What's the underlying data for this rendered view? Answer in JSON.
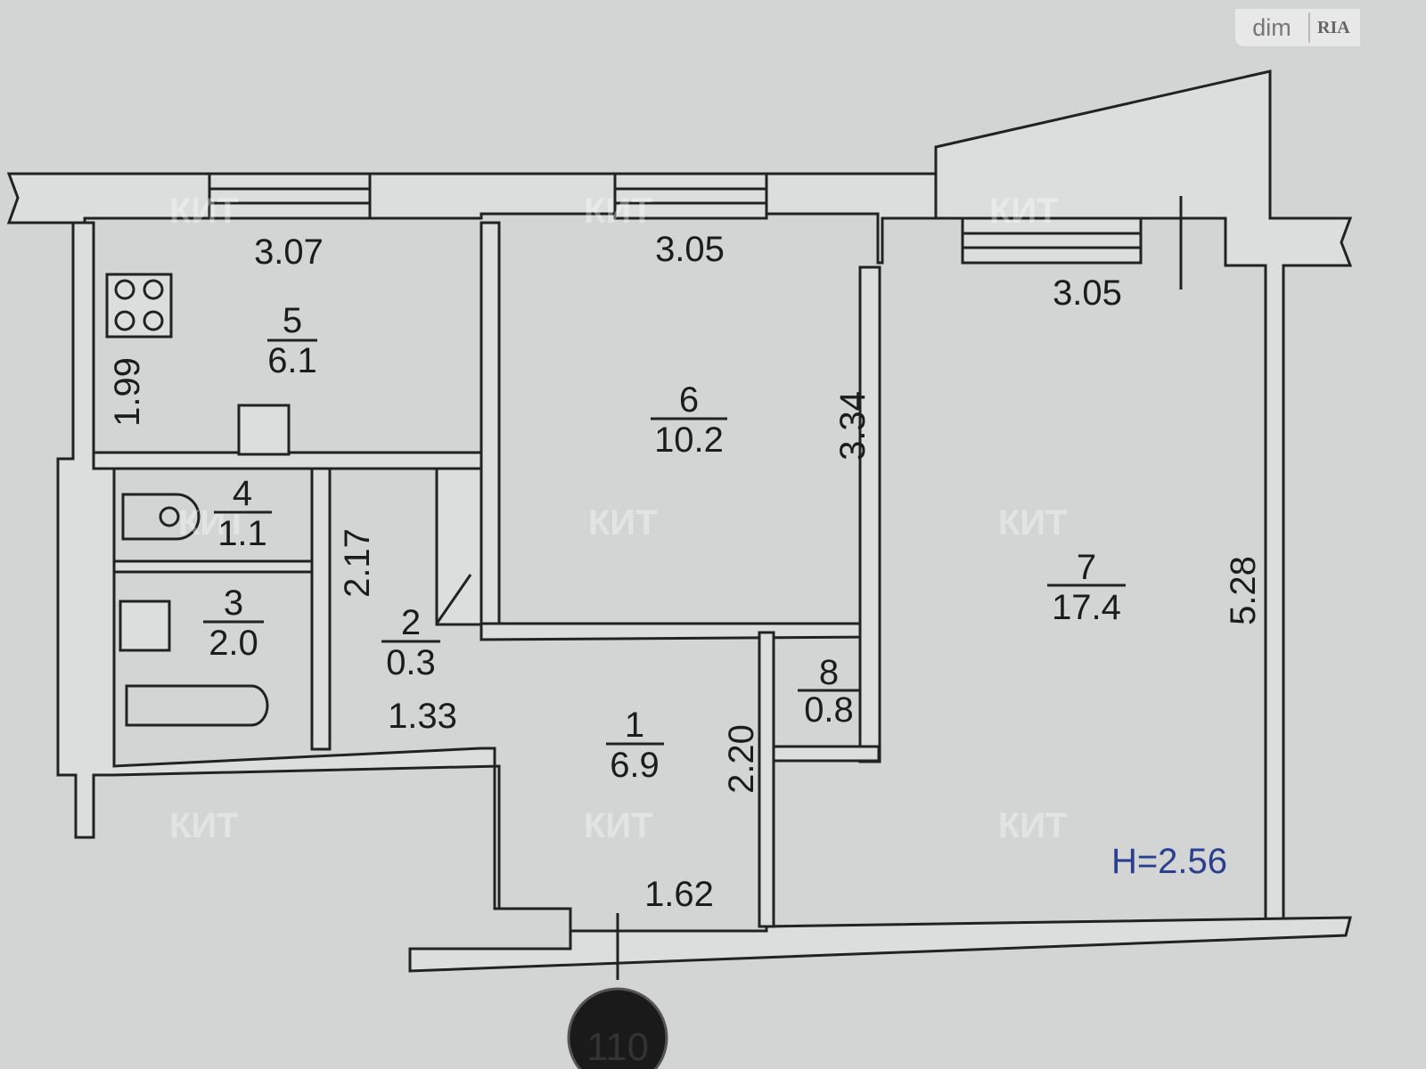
{
  "logo": {
    "dim": "dim",
    "ria": "RIA"
  },
  "watermark": "КИТ",
  "rooms": [
    {
      "number": "5",
      "area": "6.1"
    },
    {
      "number": "6",
      "area": "10.2"
    },
    {
      "number": "7",
      "area": "17.4"
    },
    {
      "number": "4",
      "area": "1.1"
    },
    {
      "number": "3",
      "area": "2.0"
    },
    {
      "number": "2",
      "area": "0.3"
    },
    {
      "number": "1",
      "area": "6.9"
    },
    {
      "number": "8",
      "area": "0.8"
    }
  ],
  "dimensions": {
    "d307": "3.07",
    "d305a": "3.05",
    "d305b": "3.05",
    "d199": "1.99",
    "d334": "3.34",
    "d528": "5.28",
    "d217": "2.17",
    "d133": "1.33",
    "d220": "2.20",
    "d162": "1.62"
  },
  "height_label": "H=2.56",
  "height_color": "#2a3f8f",
  "marker": "110"
}
